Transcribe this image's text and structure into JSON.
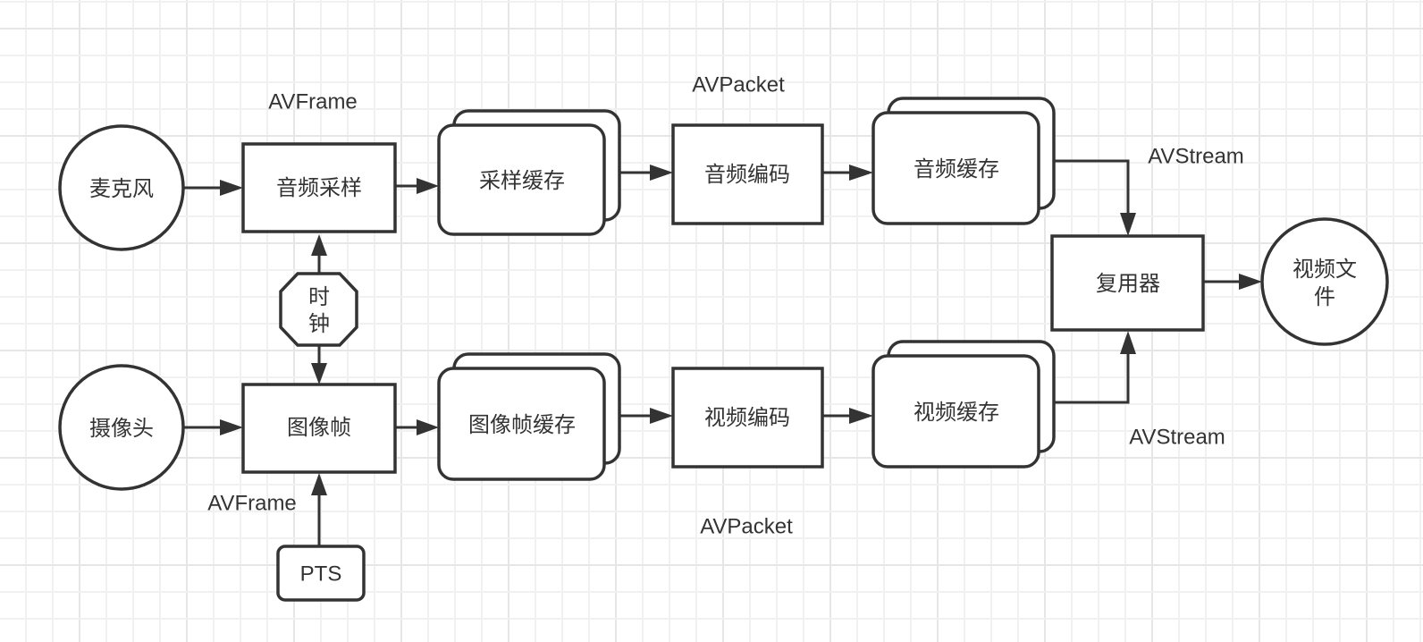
{
  "diagram": {
    "title": "Audio/Video recording pipeline",
    "nodes": {
      "mic": {
        "label": "麦克风",
        "shape": "circle"
      },
      "camera": {
        "label": "摄像头",
        "shape": "circle"
      },
      "audio_sample": {
        "label": "音频采样",
        "shape": "rect"
      },
      "image_frame": {
        "label": "图像帧",
        "shape": "rect"
      },
      "clock": {
        "label_line1": "时",
        "label_line2": "钟",
        "shape": "octagon"
      },
      "pts": {
        "label": "PTS",
        "shape": "rounded-rect"
      },
      "sample_buffer": {
        "label": "采样缓存",
        "shape": "stacked-rounded-rect"
      },
      "frame_buffer": {
        "label": "图像帧缓存",
        "shape": "stacked-rounded-rect"
      },
      "audio_encoder": {
        "label": "音频编码",
        "shape": "rect"
      },
      "video_encoder": {
        "label": "视频编码",
        "shape": "rect"
      },
      "audio_buffer": {
        "label": "音频缓存",
        "shape": "stacked-rounded-rect"
      },
      "video_buffer": {
        "label": "视频缓存",
        "shape": "stacked-rounded-rect"
      },
      "muxer": {
        "label": "复用器",
        "shape": "rect"
      },
      "video_file": {
        "label_line1": "视频文",
        "label_line2": "件",
        "shape": "circle"
      }
    },
    "edge_labels": {
      "audio_frame": "AVFrame",
      "video_frame": "AVFrame",
      "audio_packet": "AVPacket",
      "video_packet": "AVPacket",
      "audio_stream": "AVStream",
      "video_stream": "AVStream"
    },
    "edges": [
      {
        "from": "mic",
        "to": "audio_sample"
      },
      {
        "from": "audio_sample",
        "to": "sample_buffer"
      },
      {
        "from": "sample_buffer",
        "to": "audio_encoder"
      },
      {
        "from": "audio_encoder",
        "to": "audio_buffer"
      },
      {
        "from": "audio_buffer",
        "to": "muxer"
      },
      {
        "from": "camera",
        "to": "image_frame"
      },
      {
        "from": "image_frame",
        "to": "frame_buffer"
      },
      {
        "from": "frame_buffer",
        "to": "video_encoder"
      },
      {
        "from": "video_encoder",
        "to": "video_buffer"
      },
      {
        "from": "video_buffer",
        "to": "muxer"
      },
      {
        "from": "clock",
        "to": "audio_sample"
      },
      {
        "from": "clock",
        "to": "image_frame"
      },
      {
        "from": "pts",
        "to": "image_frame"
      },
      {
        "from": "muxer",
        "to": "video_file"
      }
    ]
  }
}
